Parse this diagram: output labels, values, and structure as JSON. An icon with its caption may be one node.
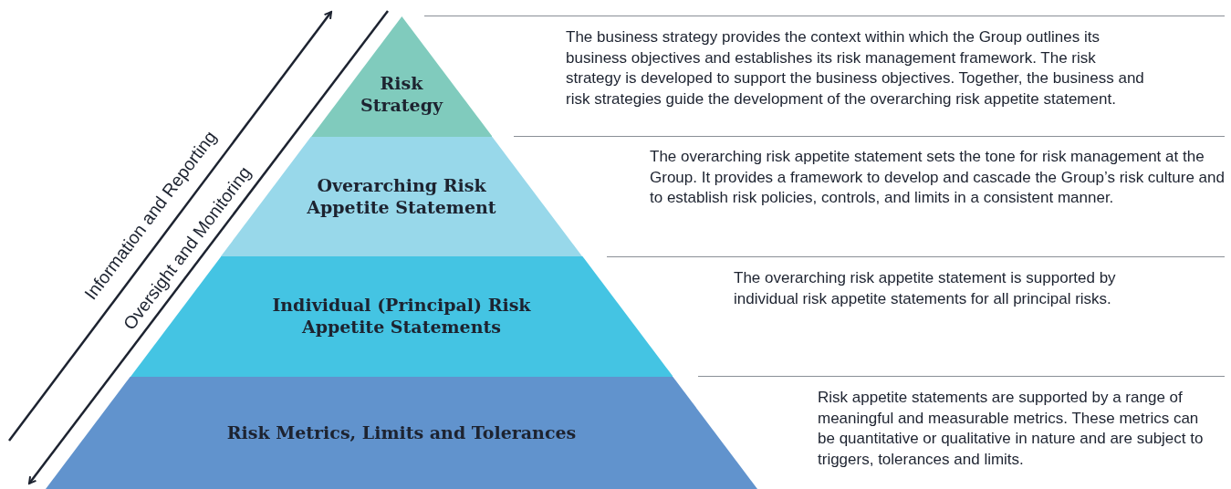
{
  "diagram": {
    "nodes": [
      {
        "text": [
          "Risk Strategy"
        ]
      },
      {
        "text": [
          "Overarching Risk Appetite Statement"
        ]
      },
      {
        "text": [
          "Individual (Principal) Risk Appetite Statements"
        ]
      },
      {
        "text": [
          "Risk Metrics, Limits and Tolerances"
        ]
      }
    ],
    "labels": [
      "Information and Reporting",
      "Oversight and Monitoring",
      "The business strategy provides the context within which the Group outlines its business objectives and establishes its risk management framework. The risk strategy is developed to support the business objectives. Together, the business and risk strategies guide the development of the overarching risk appetite statement.",
      "The overarching risk appetite statement sets the tone for risk management at the Group. It provides a framework to develop and cascade the Group’s risk culture and to establish risk policies, controls, and limits in a consistent manner.",
      "The overarching risk appetite statement is supported by individual risk appetite statements for all principal risks.",
      "Risk appetite statements are supported by a range of meaningful and measurable metrics. These metrics can be quantitative or qualitative in nature and are subject to triggers, tolerances and limits."
    ]
  }
}
